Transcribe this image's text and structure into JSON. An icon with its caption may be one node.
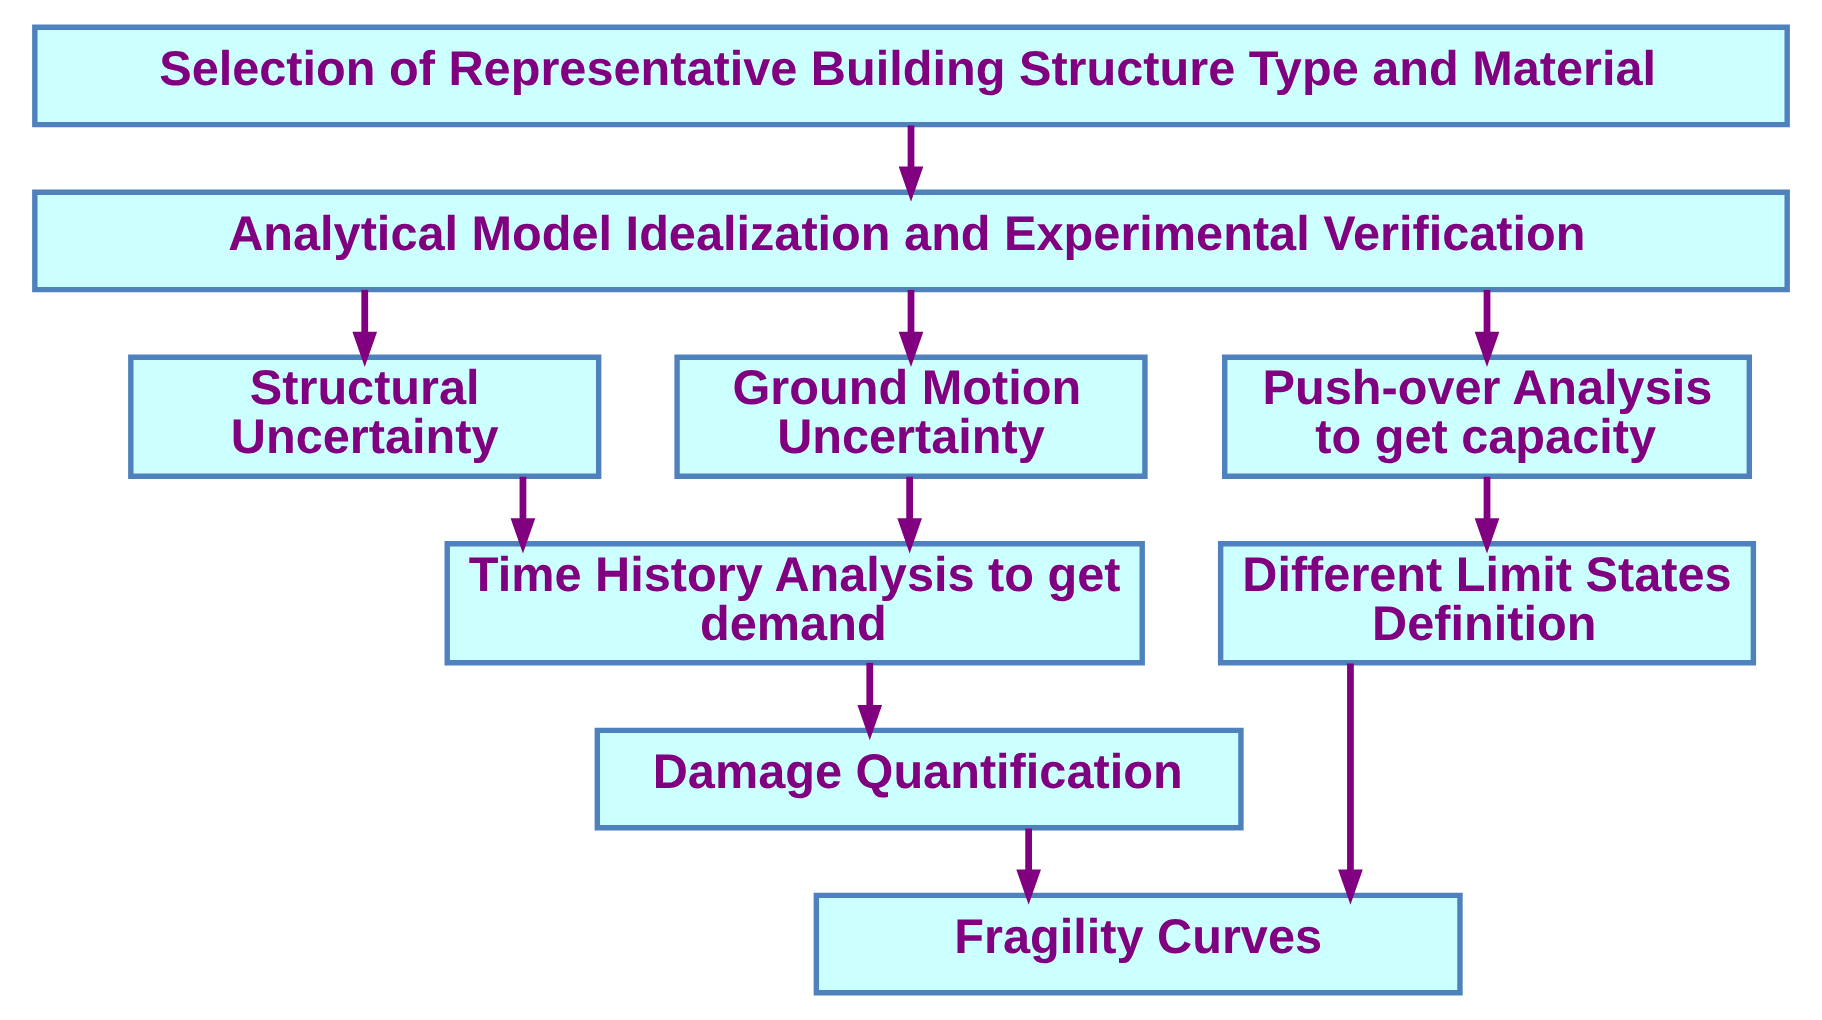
{
  "diagram": {
    "nodes": [
      {
        "text": [
          "Selection of Representative Building Structure Type and Material"
        ]
      },
      {
        "text": [
          "Analytical Model Idealization and Experimental Verification"
        ]
      },
      {
        "text": [
          "Structural Uncertainty"
        ]
      },
      {
        "text": [
          "Ground Motion Uncertainty"
        ]
      },
      {
        "text": [
          "Push-over Analysis to get capacity"
        ]
      },
      {
        "text": [
          "Time History Analysis to get demand"
        ]
      },
      {
        "text": [
          "Different Limit States Definition"
        ]
      },
      {
        "text": [
          "Damage Quantification"
        ]
      },
      {
        "text": [
          "Fragility Curves"
        ]
      }
    ],
    "edges": [
      {
        "from": 0,
        "to": 1,
        "arrow": "to"
      },
      {
        "from": 1,
        "to": 2,
        "arrow": "to"
      },
      {
        "from": 1,
        "to": 3,
        "arrow": "to"
      },
      {
        "from": 1,
        "to": 4,
        "arrow": "to"
      },
      {
        "from": 3,
        "to": 5,
        "arrow": "to"
      },
      {
        "from": 2,
        "to": 5,
        "arrow": "to"
      },
      {
        "from": 4,
        "to": 6,
        "arrow": "to"
      },
      {
        "from": 5,
        "to": 7,
        "arrow": "to"
      },
      {
        "from": 7,
        "to": 8,
        "arrow": "to"
      },
      {
        "from": 6,
        "to": 8,
        "arrow": "to"
      }
    ]
  }
}
